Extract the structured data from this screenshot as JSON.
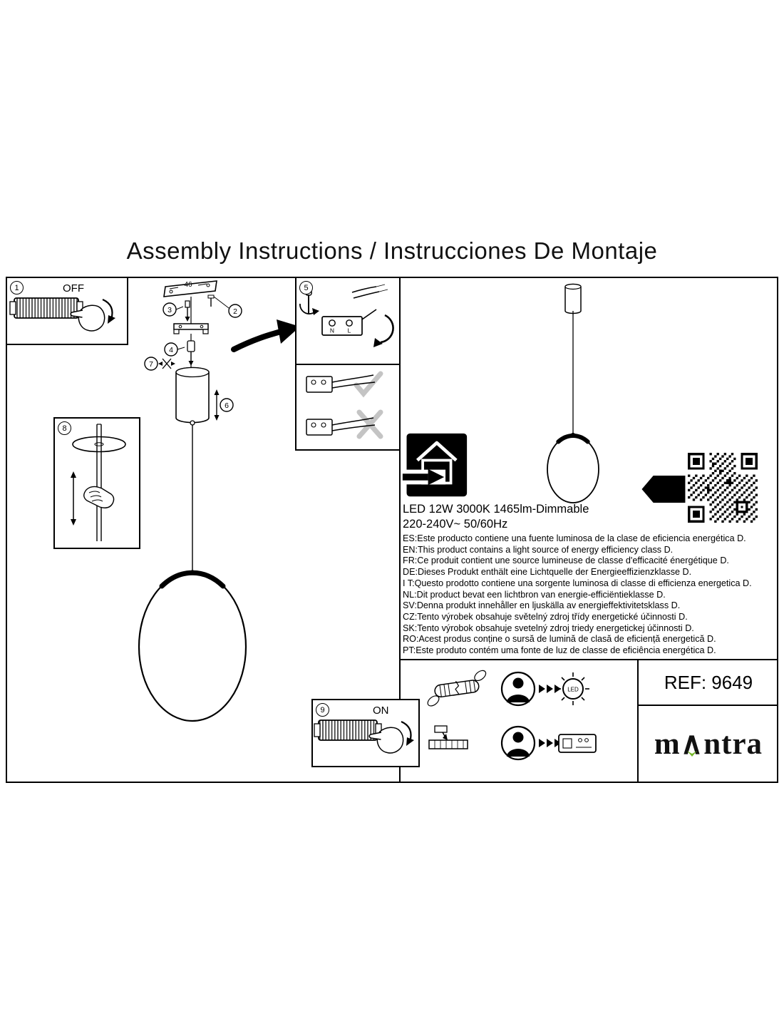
{
  "title": "Assembly Instructions / Instrucciones De Montaje",
  "steps": {
    "s1": "1",
    "s2": "2",
    "s3": "3",
    "s4": "4",
    "s5": "5",
    "s6": "6",
    "s7": "7",
    "s8": "8",
    "s9": "9"
  },
  "labels": {
    "off": "OFF",
    "on": "ON",
    "dimension": "46",
    "terminal_n": "N",
    "terminal_l": "L",
    "led": "LED"
  },
  "specs": {
    "power": "LED 12W 3000K 1465lm-Dimmable",
    "voltage": "220-240V~ 50/60Hz"
  },
  "energy": {
    "class_letter": "D"
  },
  "languages": [
    "ES:Este producto contiene una fuente luminosa de la clase de eficiencia energética D.",
    "EN:This product contains a light source of energy efficiency class D.",
    "FR:Ce produit contient une source lumineuse de classe d'efficacité énergétique D.",
    "DE:Dieses Produkt enthält eine Lichtquelle der Energieeffizienzklasse D.",
    "I T:Questo prodotto contiene una sorgente luminosa di classe di efficienza energetica D.",
    "NL:Dit product bevat een lichtbron van energie-efficiëntieklasse D.",
    "SV:Denna produkt innehåller en ljuskälla av energieffektivitetsklass D.",
    "CZ:Tento výrobek obsahuje světelný zdroj třídy energetické účinnosti D.",
    "SK:Tento výrobok obsahuje svetelný zdroj triedy energetickej účinnosti D.",
    "RO:Acest produs conține o sursă de lumină de clasă de eficiență energetică D.",
    "PT:Este produto contém uma fonte de luz de classe de eficiência energética D."
  ],
  "reference": "REF: 9649",
  "brand": {
    "m": "m",
    "caret": "∧",
    "rest": "ntra"
  },
  "colors": {
    "brand_green": "#76b72a"
  }
}
